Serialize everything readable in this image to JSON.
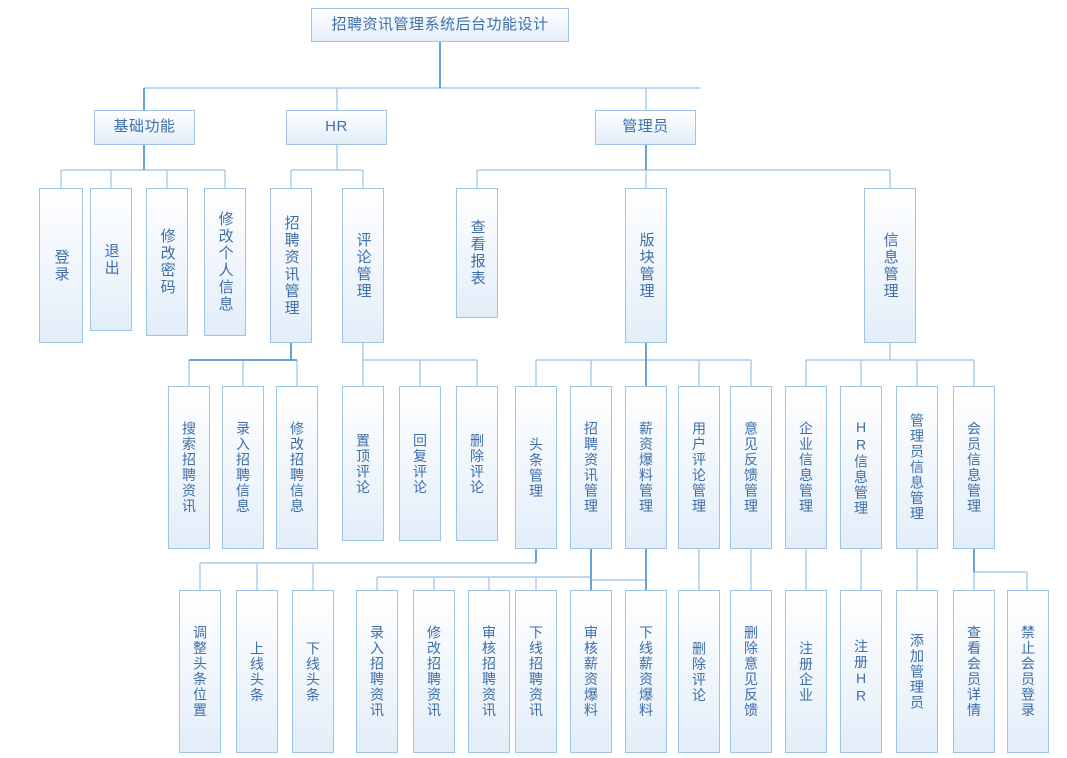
{
  "diagram": {
    "type": "org-tree",
    "title": "招聘资讯管理系统后台功能设计",
    "colors": {
      "node_border": "#9dc3e6",
      "node_fill_top": "#ffffff",
      "node_fill_bottom": "#e3eef9",
      "text": "#3f6fa8",
      "connector": "#a9cbe8",
      "connector_accent": "#5b9bd5",
      "background": "#ffffff"
    },
    "levels": {
      "level1": [
        "招聘资讯管理系统后台功能设计"
      ],
      "level2": [
        "基础功能",
        "HR",
        "管理员"
      ],
      "level3": [
        "登录",
        "退出",
        "修改密码",
        "修改个人信息",
        "招聘资讯管理",
        "评论管理",
        "查看报表",
        "版块管理",
        "信息管理"
      ],
      "level4": [
        "搜索招聘资讯",
        "录入招聘信息",
        "修改招聘信息",
        "置顶评论",
        "回复评论",
        "删除评论",
        "头条管理",
        "招聘资讯管理",
        "薪资爆料管理",
        "用户评论管理",
        "意见反馈管理",
        "企业信息管理",
        "HR信息管理",
        "管理员信息管理",
        "会员信息管理"
      ],
      "level5": [
        "调整头条位置",
        "上线头条",
        "下线头条",
        "录入招聘资讯",
        "修改招聘资讯",
        "审核招聘资讯",
        "下线招聘资讯",
        "审核薪资爆料",
        "下线薪资爆料",
        "删除评论",
        "删除意见反馈",
        "注册企业",
        "注册HR",
        "添加管理员",
        "查看会员详情",
        "禁止会员登录"
      ]
    },
    "nodes": {
      "root": {
        "label": "招聘资讯管理系统后台功能设计"
      },
      "n_base": {
        "label": "基础功能"
      },
      "n_hr": {
        "label": "HR"
      },
      "n_admin": {
        "label": "管理员"
      },
      "n_login": {
        "label": "登录"
      },
      "n_logout": {
        "label": "退出"
      },
      "n_chpwd": {
        "label": "修改密码"
      },
      "n_chprofile": {
        "label": "修改个人信息"
      },
      "n_hr_job": {
        "label": "招聘资讯管理"
      },
      "n_hr_cmt": {
        "label": "评论管理"
      },
      "n_report": {
        "label": "查看报表"
      },
      "n_board": {
        "label": "版块管理"
      },
      "n_info": {
        "label": "信息管理"
      },
      "n_search_job": {
        "label": "搜索招聘资讯"
      },
      "n_add_job": {
        "label": "录入招聘信息"
      },
      "n_edit_job": {
        "label": "修改招聘信息"
      },
      "n_top_cmt": {
        "label": "置顶评论"
      },
      "n_reply_cmt": {
        "label": "回复评论"
      },
      "n_del_cmt": {
        "label": "删除评论"
      },
      "n_headline": {
        "label": "头条管理"
      },
      "n_jobmgr": {
        "label": "招聘资讯管理"
      },
      "n_salary": {
        "label": "薪资爆料管理"
      },
      "n_usercmt": {
        "label": "用户评论管理"
      },
      "n_feedback": {
        "label": "意见反馈管理"
      },
      "n_firm_info": {
        "label": "企业信息管理"
      },
      "n_hr_info": {
        "label": "HR信息管理"
      },
      "n_admin_info": {
        "label": "管理员信息管理"
      },
      "n_member_info": {
        "label": "会员信息管理"
      },
      "n_hl_pos": {
        "label": "调整头条位置"
      },
      "n_hl_on": {
        "label": "上线头条"
      },
      "n_hl_off": {
        "label": "下线头条"
      },
      "n_job_add": {
        "label": "录入招聘资讯"
      },
      "n_job_edit": {
        "label": "修改招聘资讯"
      },
      "n_job_audit": {
        "label": "审核招聘资讯"
      },
      "n_job_off": {
        "label": "下线招聘资讯"
      },
      "n_sal_audit": {
        "label": "审核薪资爆料"
      },
      "n_sal_off": {
        "label": "下线薪资爆料"
      },
      "n_cmt_del": {
        "label": "删除评论"
      },
      "n_fb_del": {
        "label": "删除意见反馈"
      },
      "n_reg_firm": {
        "label": "注册企业"
      },
      "n_reg_hr": {
        "label": "注册HR"
      },
      "n_add_admin": {
        "label": "添加管理员"
      },
      "n_view_member": {
        "label": "查看会员详情"
      },
      "n_ban_member": {
        "label": "禁止会员登录"
      }
    },
    "edges": [
      [
        "root",
        "n_base"
      ],
      [
        "root",
        "n_hr"
      ],
      [
        "root",
        "n_admin"
      ],
      [
        "n_base",
        "n_login"
      ],
      [
        "n_base",
        "n_logout"
      ],
      [
        "n_base",
        "n_chpwd"
      ],
      [
        "n_base",
        "n_chprofile"
      ],
      [
        "n_hr",
        "n_hr_job"
      ],
      [
        "n_hr",
        "n_hr_cmt"
      ],
      [
        "n_admin",
        "n_report"
      ],
      [
        "n_admin",
        "n_board"
      ],
      [
        "n_admin",
        "n_info"
      ],
      [
        "n_hr_job",
        "n_search_job"
      ],
      [
        "n_hr_job",
        "n_add_job"
      ],
      [
        "n_hr_job",
        "n_edit_job"
      ],
      [
        "n_hr_cmt",
        "n_top_cmt"
      ],
      [
        "n_hr_cmt",
        "n_reply_cmt"
      ],
      [
        "n_hr_cmt",
        "n_del_cmt"
      ],
      [
        "n_board",
        "n_headline"
      ],
      [
        "n_board",
        "n_jobmgr"
      ],
      [
        "n_board",
        "n_salary"
      ],
      [
        "n_board",
        "n_usercmt"
      ],
      [
        "n_board",
        "n_feedback"
      ],
      [
        "n_info",
        "n_firm_info"
      ],
      [
        "n_info",
        "n_hr_info"
      ],
      [
        "n_info",
        "n_admin_info"
      ],
      [
        "n_info",
        "n_member_info"
      ],
      [
        "n_headline",
        "n_hl_pos"
      ],
      [
        "n_headline",
        "n_hl_on"
      ],
      [
        "n_headline",
        "n_hl_off"
      ],
      [
        "n_jobmgr",
        "n_job_add"
      ],
      [
        "n_jobmgr",
        "n_job_edit"
      ],
      [
        "n_jobmgr",
        "n_job_audit"
      ],
      [
        "n_jobmgr",
        "n_job_off"
      ],
      [
        "n_salary",
        "n_sal_audit"
      ],
      [
        "n_salary",
        "n_sal_off"
      ],
      [
        "n_usercmt",
        "n_cmt_del"
      ],
      [
        "n_feedback",
        "n_fb_del"
      ],
      [
        "n_firm_info",
        "n_reg_firm"
      ],
      [
        "n_hr_info",
        "n_reg_hr"
      ],
      [
        "n_admin_info",
        "n_add_admin"
      ],
      [
        "n_member_info",
        "n_view_member"
      ],
      [
        "n_member_info",
        "n_ban_member"
      ]
    ]
  }
}
